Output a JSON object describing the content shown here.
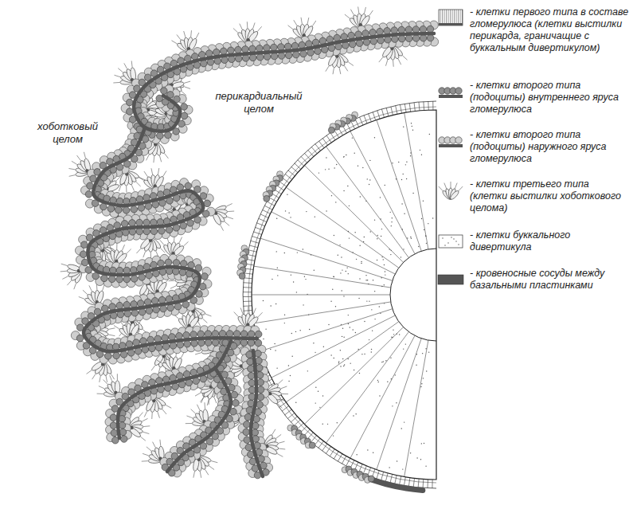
{
  "diagram": {
    "labels": [
      "хоботковый целом",
      "перикардиальный целом"
    ],
    "legend": [
      {
        "text": "- клетки первого типа в составе гломерулюса (клетки выстилки перикарда, граничащие с буккальным дивертикулом)"
      },
      {
        "text": "- клетки второго типа (подоциты) внутреннего яруса гломерулюса"
      },
      {
        "text": "- клетки второго типа (подоциты) наружного яруса гломерулюса"
      },
      {
        "text": "- клетки третьего типа (клетки выстилки хоботкового целома)"
      },
      {
        "text": "- клетки буккального дивертикула"
      },
      {
        "text": "- кровеносные сосуды между базальными пластинками",
        "color": "#555555"
      }
    ]
  }
}
